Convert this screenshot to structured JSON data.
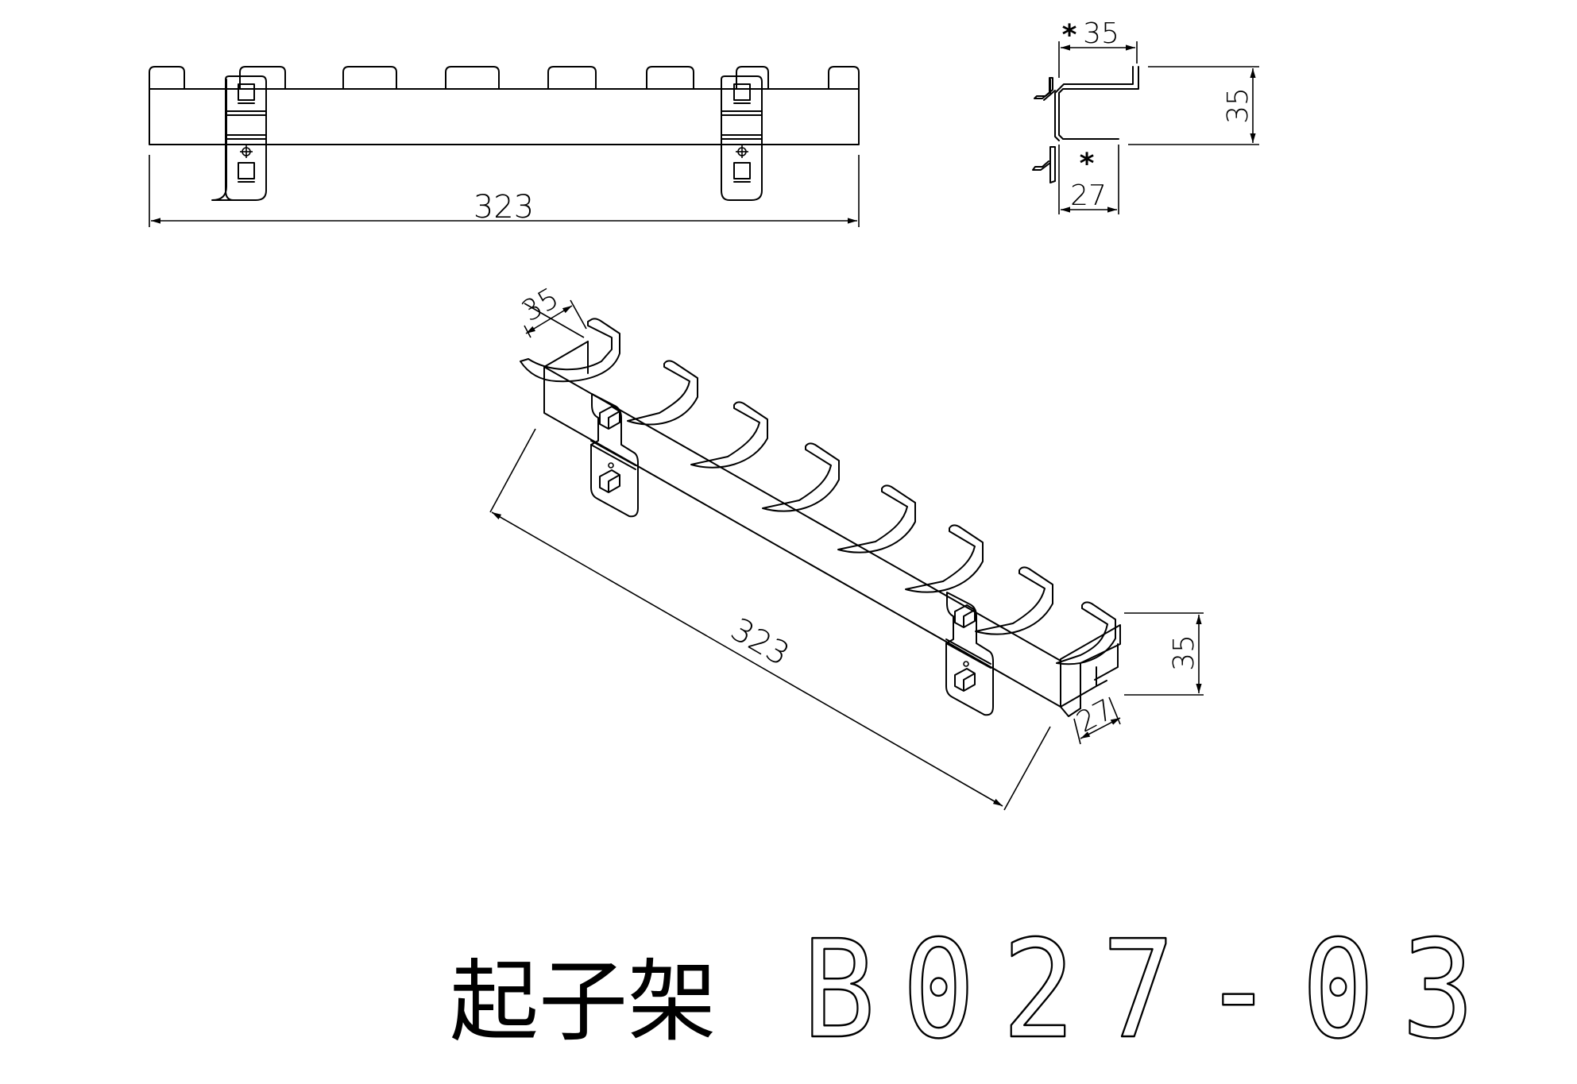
{
  "top_view": {
    "length_label": "323"
  },
  "side_view": {
    "top_width_label": "35",
    "top_marker": "*",
    "height_label": "35",
    "bottom_marker": "*",
    "bottom_width_label": "27"
  },
  "iso_view": {
    "slot_width_label": "35",
    "length_label": "323",
    "height_label": "35",
    "depth_label": "27"
  },
  "title_block": {
    "name": "起子架",
    "code": "B027-03"
  }
}
